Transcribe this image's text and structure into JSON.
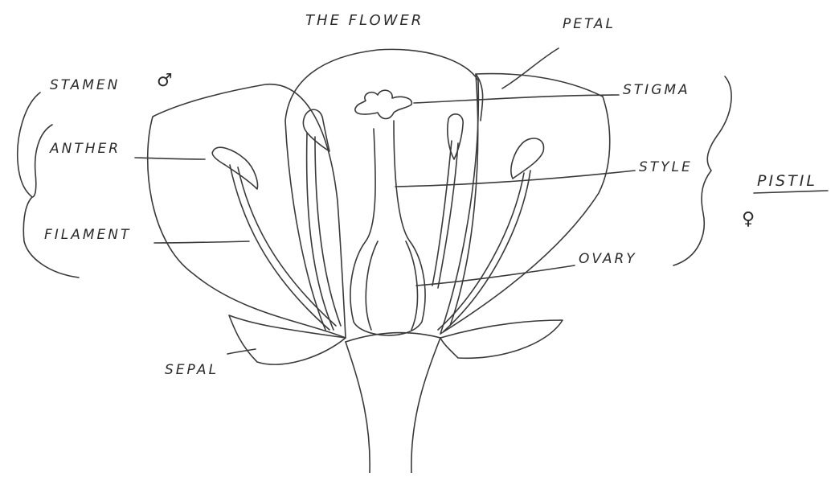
{
  "diagram": {
    "title": "THE FLOWER",
    "labels": {
      "petal": "PETAL",
      "stamen": "STAMEN",
      "stamen_symbol": "♂",
      "anther": "ANTHER",
      "filament": "FILAMENT",
      "stigma": "STIGMA",
      "style": "STYLE",
      "pistil": "PISTIL",
      "pistil_symbol": "♀",
      "ovary": "OVARY",
      "sepal": "SEPAL"
    }
  }
}
